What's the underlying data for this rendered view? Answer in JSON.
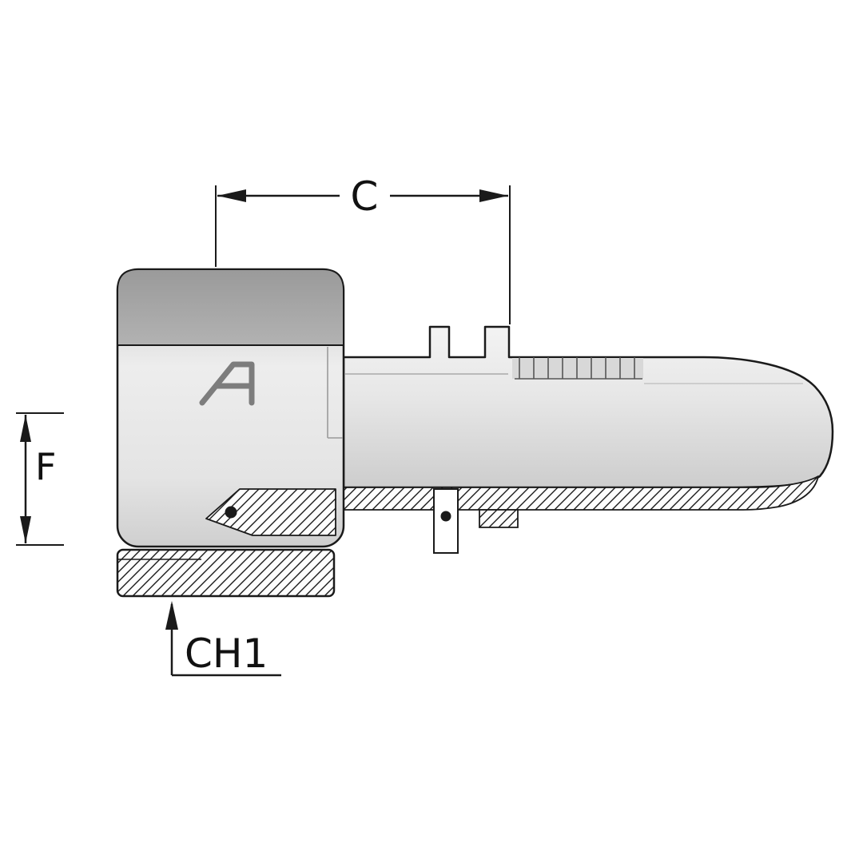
{
  "labels": {
    "c": "C",
    "f": "F",
    "ch1": "CH1"
  },
  "colors": {
    "background": "#ffffff",
    "outline": "#1a1a1a",
    "metal_dark": "#a4a4a4",
    "metal_mid": "#cfcfcf",
    "metal_light": "#ebebeb",
    "hatch_line": "#1a1a1a",
    "logo_gray": "#7d7d7d"
  }
}
